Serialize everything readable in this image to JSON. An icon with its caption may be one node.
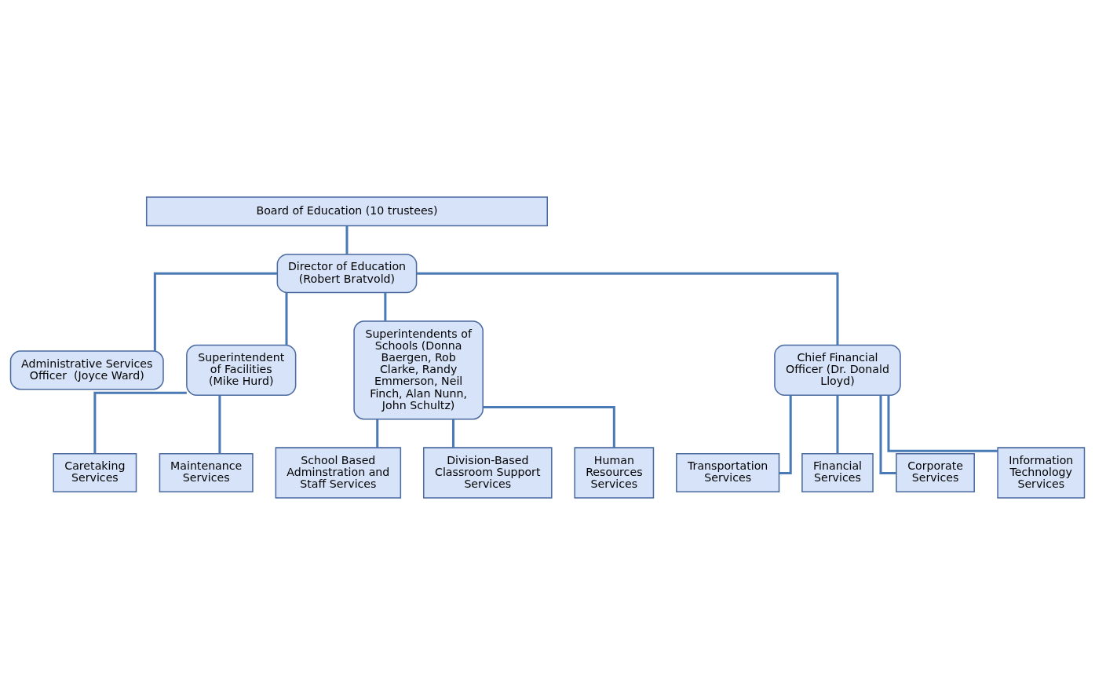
{
  "diagram": {
    "nodes": [
      {
        "text": [
          "Board of Education (10 trustees)"
        ]
      },
      {
        "text": [
          "Director of Education (Robert Bratvold)"
        ]
      },
      {
        "text": [
          "Administrative Services Officer  (Joyce Ward)"
        ]
      },
      {
        "text": [
          "Superintendent of Facilities (Mike Hurd)"
        ]
      },
      {
        "text": [
          "Superintendents of Schools (Donna Baergen, Rob Clarke, Randy Emmerson, Neil Finch, Alan Nunn, John Schultz)"
        ]
      },
      {
        "text": [
          "Chief Financial Officer (Dr. Donald Lloyd)"
        ]
      },
      {
        "text": [
          "Caretaking Services"
        ]
      },
      {
        "text": [
          "Maintenance Services"
        ]
      },
      {
        "text": [
          "School Based Adminstration and Staff Services"
        ]
      },
      {
        "text": [
          "Division-Based Classroom Support Services"
        ]
      },
      {
        "text": [
          "Human Resources Services"
        ]
      },
      {
        "text": [
          "Transportation Services"
        ]
      },
      {
        "text": [
          "Financial Services"
        ]
      },
      {
        "text": [
          "Corporate Services"
        ]
      },
      {
        "text": [
          "Information Technology Services"
        ]
      }
    ],
    "edges": [
      {
        "from": 0,
        "to": 1,
        "arrow": "none"
      },
      {
        "from": 1,
        "to": 2,
        "arrow": "none"
      },
      {
        "from": 1,
        "to": 3,
        "arrow": "none"
      },
      {
        "from": 1,
        "to": 4,
        "arrow": "none"
      },
      {
        "from": 1,
        "to": 5,
        "arrow": "none"
      },
      {
        "from": 3,
        "to": 6,
        "arrow": "none"
      },
      {
        "from": 3,
        "to": 7,
        "arrow": "none"
      },
      {
        "from": 4,
        "to": 8,
        "arrow": "none"
      },
      {
        "from": 4,
        "to": 9,
        "arrow": "none"
      },
      {
        "from": 4,
        "to": 10,
        "arrow": "none"
      },
      {
        "from": 5,
        "to": 11,
        "arrow": "none"
      },
      {
        "from": 5,
        "to": 12,
        "arrow": "none"
      },
      {
        "from": 5,
        "to": 13,
        "arrow": "none"
      },
      {
        "from": 5,
        "to": 14,
        "arrow": "none"
      }
    ]
  }
}
